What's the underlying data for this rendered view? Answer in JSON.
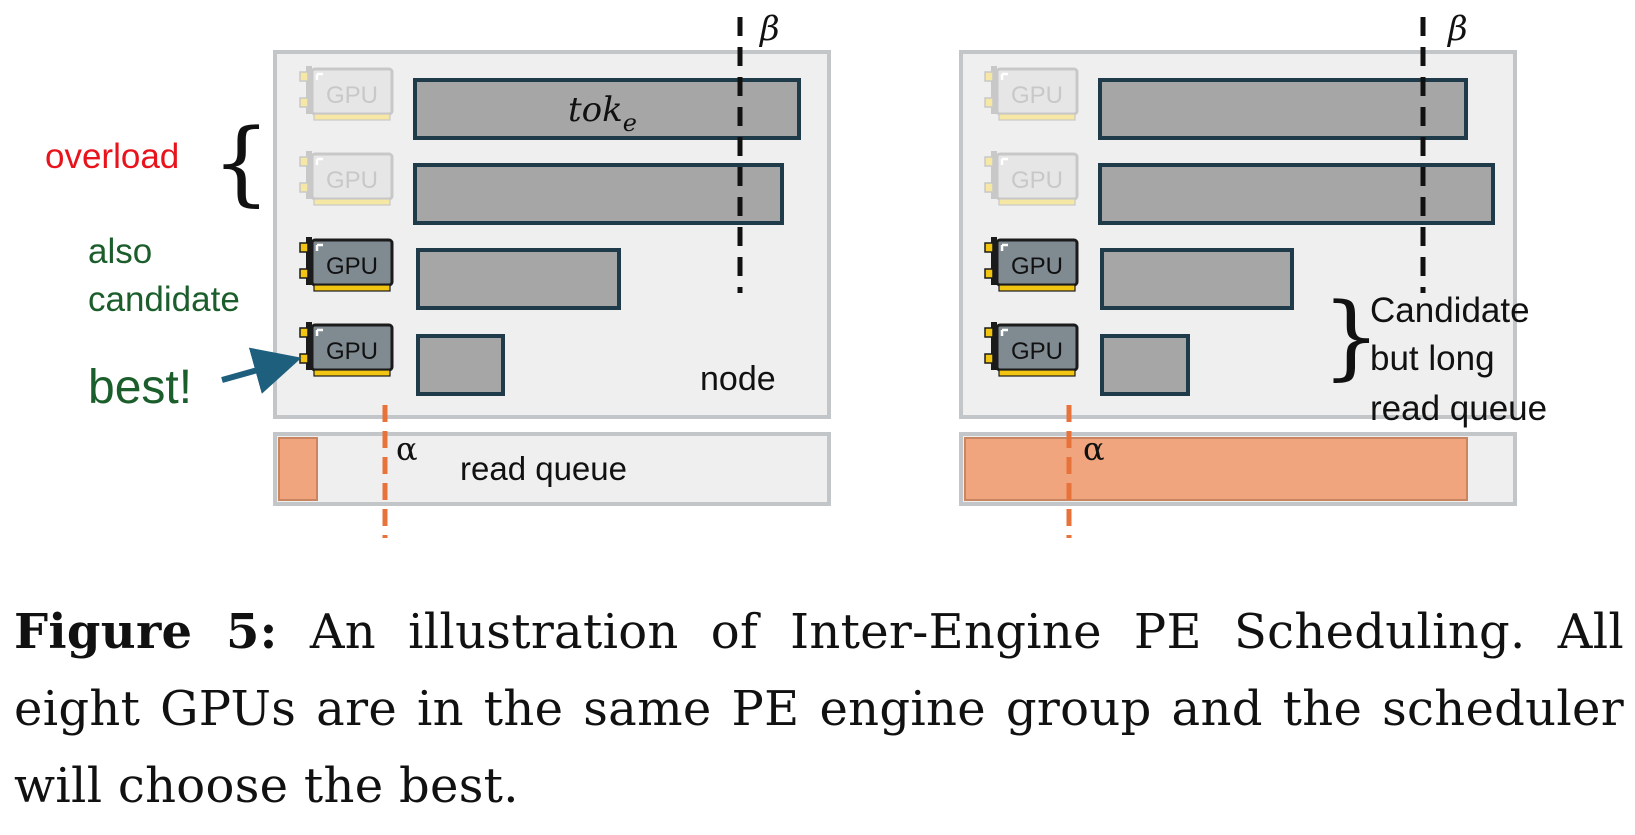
{
  "left_panel": {
    "gpu_label": "GPU",
    "bar_label_main": "tok",
    "bar_label_sub": "e",
    "beta_label": "β",
    "alpha_label": "α",
    "node_label": "node",
    "read_queue_label": "read queue",
    "overload_label": "overload",
    "also_label": "also",
    "candidate_label": "candidate",
    "best_label": "best!"
  },
  "right_panel": {
    "gpu_label": "GPU",
    "beta_label": "β",
    "alpha_label": "α",
    "note_line1": "Candidate",
    "note_line2": "but long",
    "note_line3": "read queue"
  },
  "colors": {
    "bar_fill": "#a6a6a6",
    "bar_stroke": "#1f3b4a",
    "node_fill": "#efefef",
    "node_stroke": "#c2c6c8",
    "queue_fill": "#f0a57e",
    "alpha_line": "#e8733a",
    "overload_text": "#e8131b",
    "candidate_text": "#1c5e2b",
    "arrow": "#1f5f7e"
  },
  "caption": {
    "label": "Figure 5:",
    "text": "An illustration of Inter-Engine PE Scheduling. All eight GPUs are in the same PE engine group and the scheduler will choose the best."
  }
}
